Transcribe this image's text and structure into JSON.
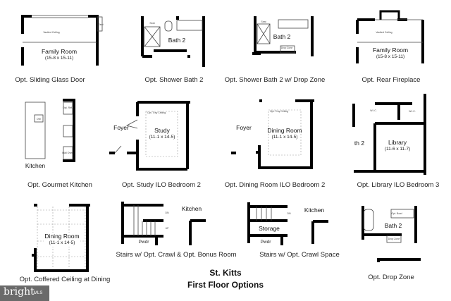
{
  "title": {
    "line1": "St. Kitts",
    "line2": "First Floor Options"
  },
  "options": [
    {
      "caption": "Opt. Sliding Glass Door",
      "rooms": [
        "Family Room",
        "(15-8 x 15-11)"
      ],
      "notes": [
        "Vaulted Ceiling",
        "Seat"
      ]
    },
    {
      "caption": "Opt. Shower Bath 2",
      "rooms": [
        "Bath 2"
      ],
      "notes": [
        "Seat"
      ]
    },
    {
      "caption": "Opt. Shower Bath 2 w/ Drop Zone",
      "rooms": [
        "Bath 2"
      ],
      "notes": [
        "Seat",
        "Drop Zone"
      ]
    },
    {
      "caption": "Opt. Rear Fireplace",
      "rooms": [
        "Family Room",
        "(15-8 x 15-11)"
      ],
      "notes": [
        "Vaulted Ceiling"
      ]
    },
    {
      "caption": "Opt. Gourmet Kitchen",
      "rooms": [
        "Kitchen"
      ],
      "notes": [
        "DW",
        "Opt. Ref.",
        "Wall Oven"
      ]
    },
    {
      "caption": "Opt. Study ILO Bedroom 2",
      "rooms": [
        "Study",
        "(11-1 x 14-5)",
        "Foyer"
      ],
      "notes": [
        "Opt. Tray Ceiling"
      ]
    },
    {
      "caption": "Opt. Dining Room ILO Bedroom 2",
      "rooms": [
        "Dining Room",
        "(11-1 x 14-5)",
        "Foyer"
      ],
      "notes": [
        "Opt. Tray Ceiling"
      ]
    },
    {
      "caption": "Opt. Library ILO Bedroom 3",
      "rooms": [
        "Library",
        "(11-6 x 11-7)",
        "th 2"
      ],
      "notes": [
        "W.I.C.",
        "W.I.C."
      ]
    },
    {
      "caption": "Opt. Coffered Ceiling at Dining",
      "rooms": [
        "Dining Room",
        "(11-1 x 14-5)"
      ],
      "notes": []
    },
    {
      "caption": "Stairs w/ Opt. Crawl & Opt. Bonus Room",
      "rooms": [
        "Kitchen",
        "Pwdr"
      ],
      "notes": [
        "DN",
        "UP"
      ]
    },
    {
      "caption": "Stairs w/ Opt. Crawl Space",
      "rooms": [
        "Kitchen",
        "Storage",
        "Pwdr"
      ],
      "notes": [
        "DN"
      ]
    },
    {
      "caption": "Opt. Drop Zone",
      "rooms": [
        "Bath 2"
      ],
      "notes": [
        "Drop Zone",
        "Opt. Bowl"
      ]
    }
  ],
  "watermark": {
    "brand": "bright",
    "suffix": "MLS"
  }
}
